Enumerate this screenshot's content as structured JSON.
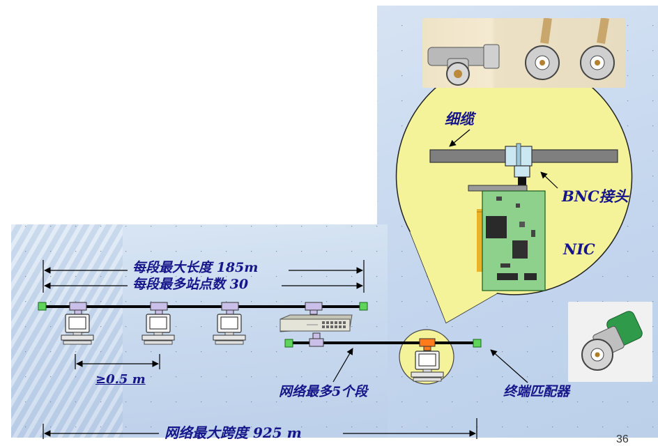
{
  "labels": {
    "max_segment_length": "每段最大长度 185m",
    "max_stations": "每段最多站点数 30",
    "min_spacing": "≥0.5 m",
    "max_segments": "网络最多5个段",
    "terminator": "终端匹配器",
    "max_span": "网络最大跨度  925 m",
    "thin_cable": "细缆",
    "bnc_connector": "BNC接头",
    "nic": "NIC",
    "page_number": "36"
  },
  "colors": {
    "label_blue": "#16168a",
    "callout_fill": "#f5f39a",
    "terminator_green": "#5fd35a",
    "tconnector_purple": "#c9bfe8",
    "tconnector_orange": "#ff7a1a",
    "cable_black": "#000000"
  },
  "icons": [
    "computer-icon",
    "hub-icon",
    "t-connector-icon",
    "terminator-icon",
    "bnc-connector-photo",
    "network-card-icon"
  ]
}
